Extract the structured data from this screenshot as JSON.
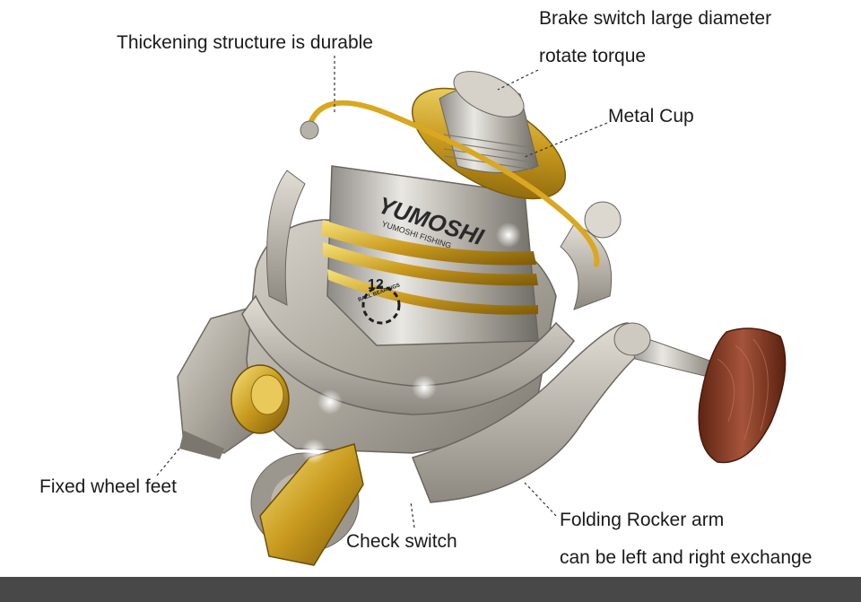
{
  "image": {
    "subject": "spinning fishing reel",
    "background": "#ffffff",
    "footer_bar_color": "#484848",
    "accent_gold": "#d9b432",
    "body_silver": "#b9b4ab",
    "handle_wood": "#8a3a22"
  },
  "spool": {
    "brand_text": "YUMOSHI",
    "sub_text": "YUMOSHI FISHING",
    "bearings_number": "12",
    "bearings_text": "BALL BEARINGS"
  },
  "callouts": {
    "brake_line1": "Brake switch large diameter",
    "brake_line2": "rotate torque",
    "thickening": "Thickening structure is durable",
    "metal_cup": "Metal Cup",
    "fixed_wheel": "Fixed wheel feet",
    "check_switch": "Check switch",
    "rocker_line1": "Folding Rocker arm",
    "rocker_line2": "can be left and right exchange"
  }
}
